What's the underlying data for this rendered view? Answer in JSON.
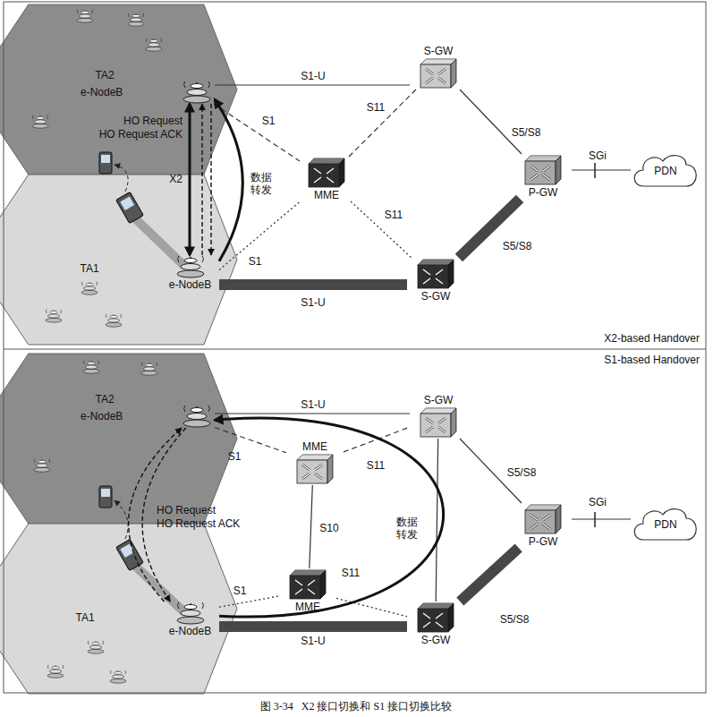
{
  "diagram": {
    "caption": "图 3-34   X2 接口切换和 S1 接口切换比较",
    "nodes": [
      {
        "text": [
          "TA2"
        ]
      },
      {
        "text": [
          "e-NodeB"
        ],
        "in": 0
      },
      {
        "text": [
          "TA1"
        ]
      },
      {
        "text": [
          "e-NodeB"
        ],
        "in": 2
      },
      {
        "text": [
          "MME"
        ]
      },
      {
        "text": [
          "S-GW"
        ]
      },
      {
        "text": [
          "S-GW"
        ]
      },
      {
        "text": [
          "P-GW"
        ]
      },
      {
        "text": [
          "PDN"
        ]
      },
      {
        "text": [
          "TA2"
        ]
      },
      {
        "text": [
          "e-NodeB"
        ],
        "in": 9
      },
      {
        "text": [
          "TA1"
        ]
      },
      {
        "text": [
          "e-NodeB"
        ],
        "in": 11
      },
      {
        "text": [
          "MME"
        ]
      },
      {
        "text": [
          "MME"
        ]
      },
      {
        "text": [
          "S-GW"
        ]
      },
      {
        "text": [
          "S-GW"
        ]
      },
      {
        "text": [
          "P-GW"
        ]
      },
      {
        "text": [
          "PDN"
        ]
      }
    ],
    "edges": [
      {
        "from": 1,
        "to": 5,
        "label": "S1-U",
        "arrow": "none"
      },
      {
        "from": 3,
        "to": 6,
        "label": "S1-U",
        "arrow": "none"
      },
      {
        "from": 1,
        "to": 4,
        "label": "S1",
        "arrow": "none"
      },
      {
        "from": 3,
        "to": 4,
        "label": "S1",
        "arrow": "none"
      },
      {
        "from": 4,
        "to": 5,
        "label": "S11",
        "arrow": "none"
      },
      {
        "from": 4,
        "to": 6,
        "label": "S11",
        "arrow": "none"
      },
      {
        "from": 5,
        "to": 7,
        "label": "S5/S8",
        "arrow": "none"
      },
      {
        "from": 6,
        "to": 7,
        "label": "S5/S8",
        "arrow": "none"
      },
      {
        "from": 7,
        "to": 8,
        "label": "SGi",
        "arrow": "none"
      },
      {
        "from": 3,
        "to": 1,
        "label": "X2",
        "arrow": "both"
      },
      {
        "from": 3,
        "to": 1,
        "label": "HO Request",
        "arrow": "to"
      },
      {
        "from": 1,
        "to": 3,
        "label": "HO Request ACK",
        "arrow": "to"
      },
      {
        "from": 3,
        "to": 1,
        "label": "数据转发",
        "arrow": "to"
      },
      {
        "from": 10,
        "to": 15,
        "label": "S1-U",
        "arrow": "none"
      },
      {
        "from": 12,
        "to": 16,
        "label": "S1-U",
        "arrow": "none"
      },
      {
        "from": 10,
        "to": 13,
        "label": "S1",
        "arrow": "none"
      },
      {
        "from": 12,
        "to": 14,
        "label": "S1",
        "arrow": "none"
      },
      {
        "from": 13,
        "to": 14,
        "label": "S10",
        "arrow": "none"
      },
      {
        "from": 13,
        "to": 15,
        "label": "S11",
        "arrow": "none"
      },
      {
        "from": 14,
        "to": 16,
        "label": "S11",
        "arrow": "none"
      },
      {
        "from": 15,
        "to": 16,
        "arrow": "none"
      },
      {
        "from": 15,
        "to": 17,
        "label": "S5/S8",
        "arrow": "none"
      },
      {
        "from": 16,
        "to": 17,
        "label": "S5/S8",
        "arrow": "none"
      },
      {
        "from": 17,
        "to": 18,
        "label": "SGi",
        "arrow": "none"
      },
      {
        "from": 12,
        "to": 10,
        "label": "HO Request",
        "arrow": "to"
      },
      {
        "from": 10,
        "to": 12,
        "label": "HO Request ACK",
        "arrow": "to"
      },
      {
        "from": 12,
        "to": 10,
        "label": "数据转发",
        "arrow": "to"
      }
    ],
    "labels": [
      "X2-based Handover",
      "S1-based Handover"
    ]
  }
}
